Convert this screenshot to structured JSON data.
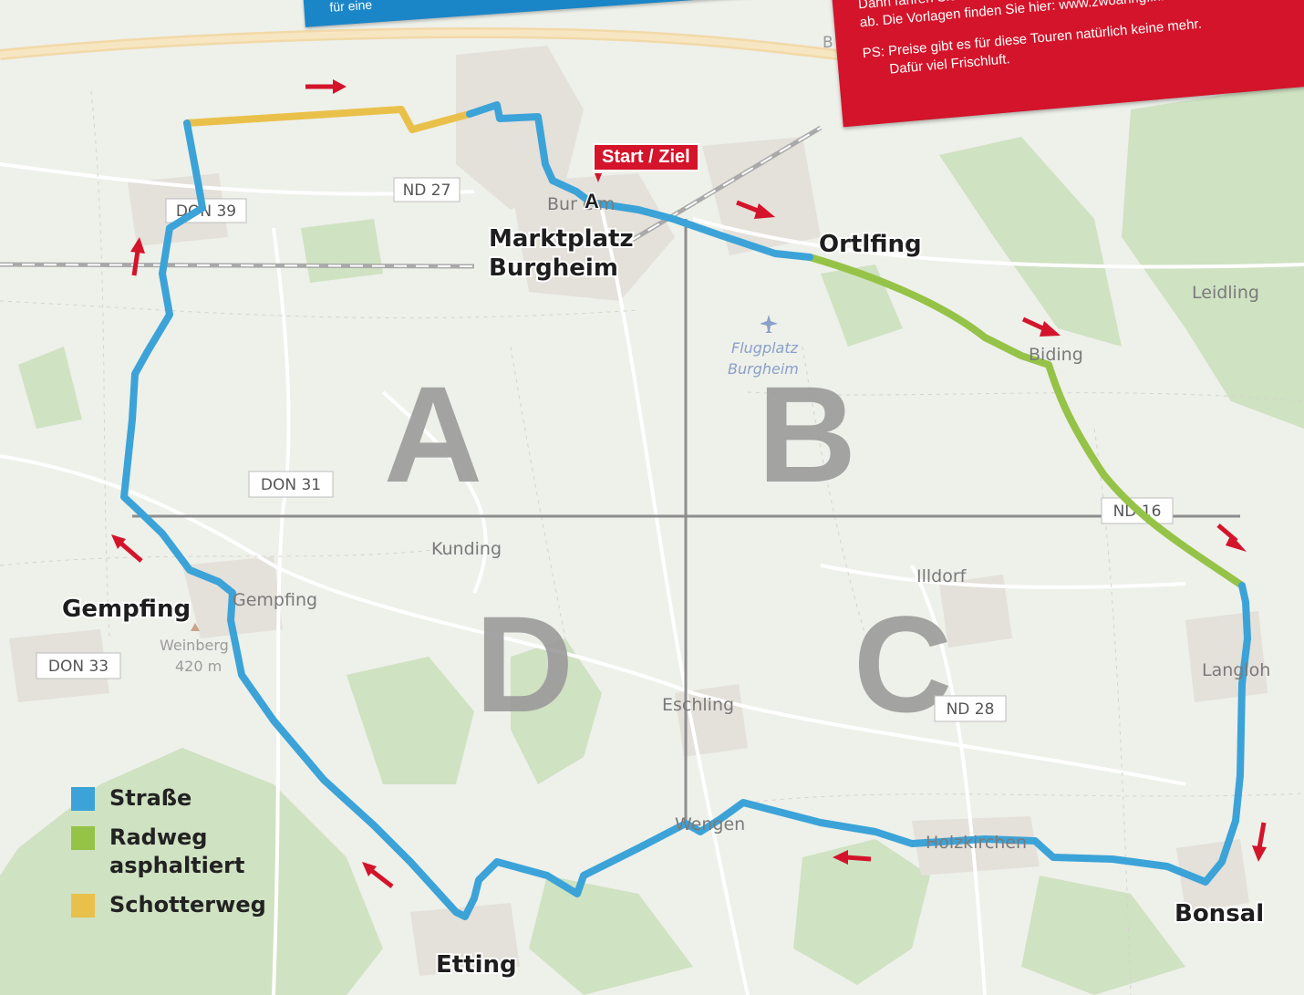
{
  "banner_blue": {
    "text": "für eine"
  },
  "banner_red": {
    "line1": "Dann fahren Sie doch",
    "line2": "ab. Die Vorlagen finden Sie hier: www.zwoaring.info.",
    "ps_line1": "PS: Preise gibt es für diese Touren natürlich keine mehr.",
    "ps_line2": "Dafür viel Frischluft."
  },
  "start_label": "Start / Ziel",
  "start_marker": "A",
  "quadrants": [
    "A",
    "B",
    "C",
    "D"
  ],
  "places_major": {
    "marktplatz_1": "Marktplatz",
    "marktplatz_2": "Burgheim",
    "ortlfing": "Ortlfing",
    "gempfing": "Gempfing",
    "etting": "Etting",
    "bonsal": "Bonsal"
  },
  "places_minor": {
    "burgheim_under": "Bur  eim",
    "leidling": "Leidling",
    "biding": "Biding",
    "kunding": "Kunding",
    "illdorf": "Illdorf",
    "langloh": "Langloh",
    "eschling": "Eschling",
    "wengen": "Wengen",
    "holzkirchen": "Holzkirchen",
    "gempfing_small": "Gempfing",
    "weinberg": "Weinberg",
    "weinberg_alt": "420 m",
    "flugplatz_1": "Flugplatz",
    "flugplatz_2": "Burgheim",
    "b_label": "B"
  },
  "road_labels": {
    "don39": "DON 39",
    "nd27": "ND 27",
    "don31": "DON 31",
    "don33": "DON 33",
    "nd16": "ND 16",
    "nd28": "ND 28"
  },
  "legend": [
    {
      "label": "Straße",
      "color": "#3ba3d8"
    },
    {
      "label": "Radweg",
      "label2": "asphaltiert",
      "color": "#95c347"
    },
    {
      "label": "Schotterweg",
      "color": "#e9c14a"
    }
  ],
  "colors": {
    "road": "#3ba3d8",
    "bikepath": "#95c347",
    "gravel": "#e9c14a",
    "arrow": "#d3142a",
    "grid": "#8d8d8d",
    "quadrant_letter": "#9a9a9a"
  }
}
